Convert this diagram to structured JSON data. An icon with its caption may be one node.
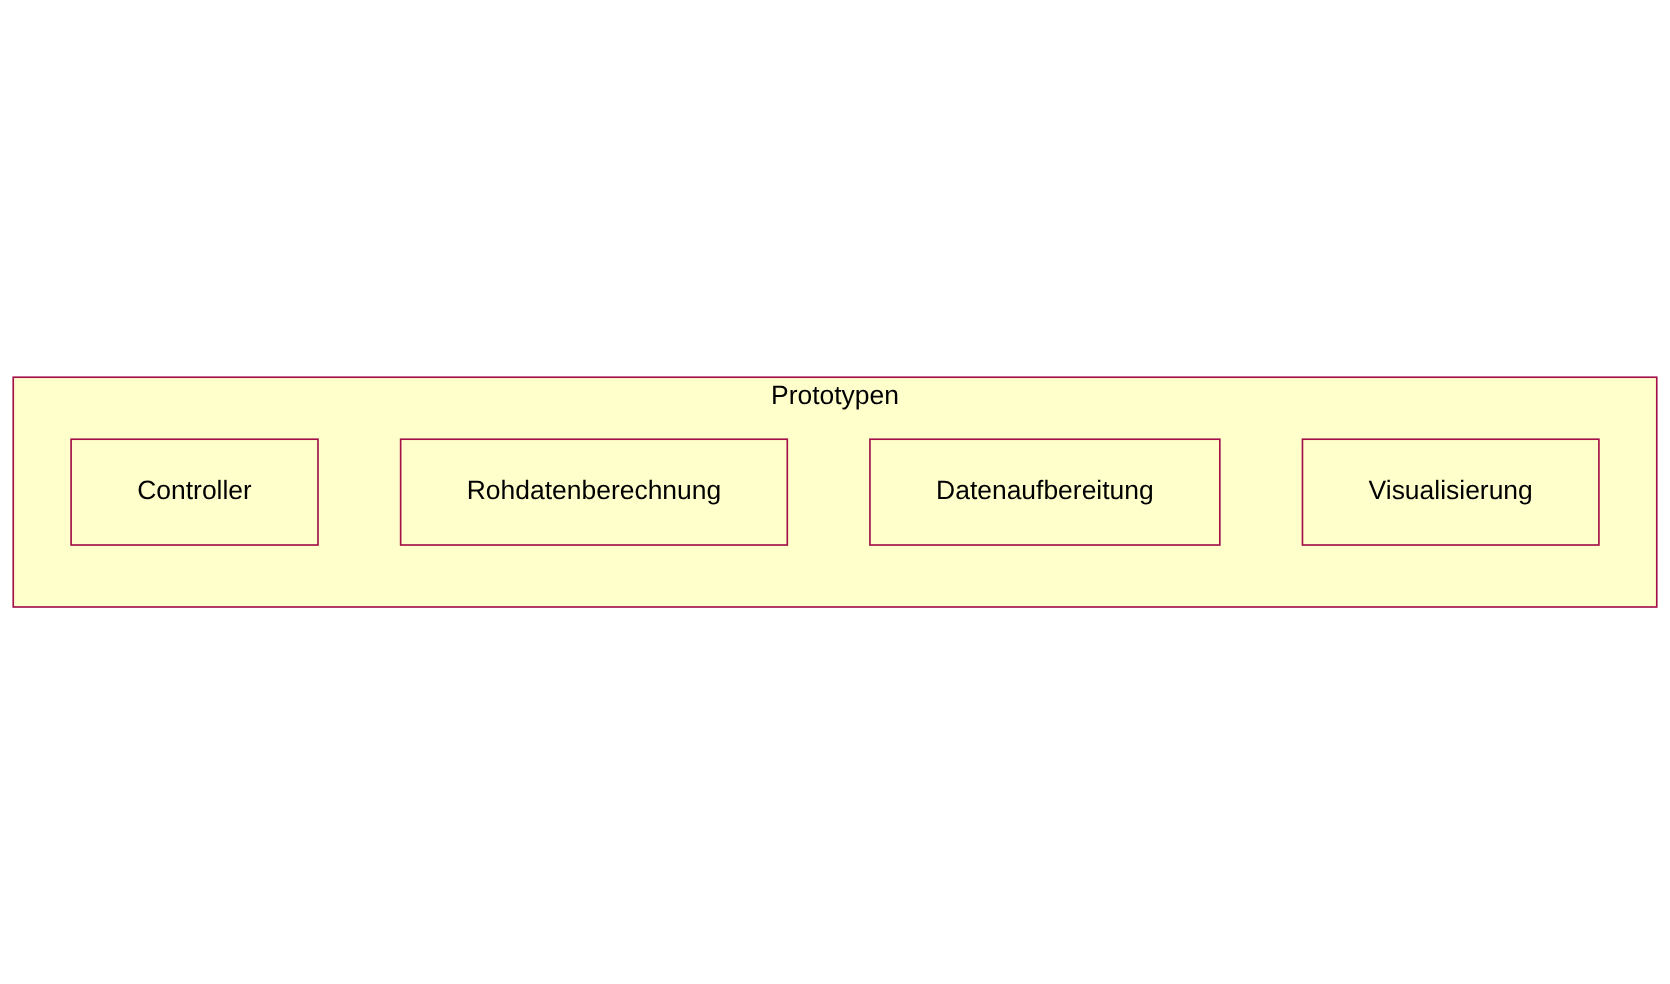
{
  "diagram": {
    "nodes": [
      {
        "text": [
          "Prototypen"
        ]
      },
      {
        "text": [
          "Controller"
        ],
        "in": 0
      },
      {
        "text": [
          "Rohdatenberechnung"
        ],
        "in": 0
      },
      {
        "text": [
          "Datenaufbereitung"
        ],
        "in": 0
      },
      {
        "text": [
          "Visualisierung"
        ],
        "in": 0
      }
    ]
  }
}
